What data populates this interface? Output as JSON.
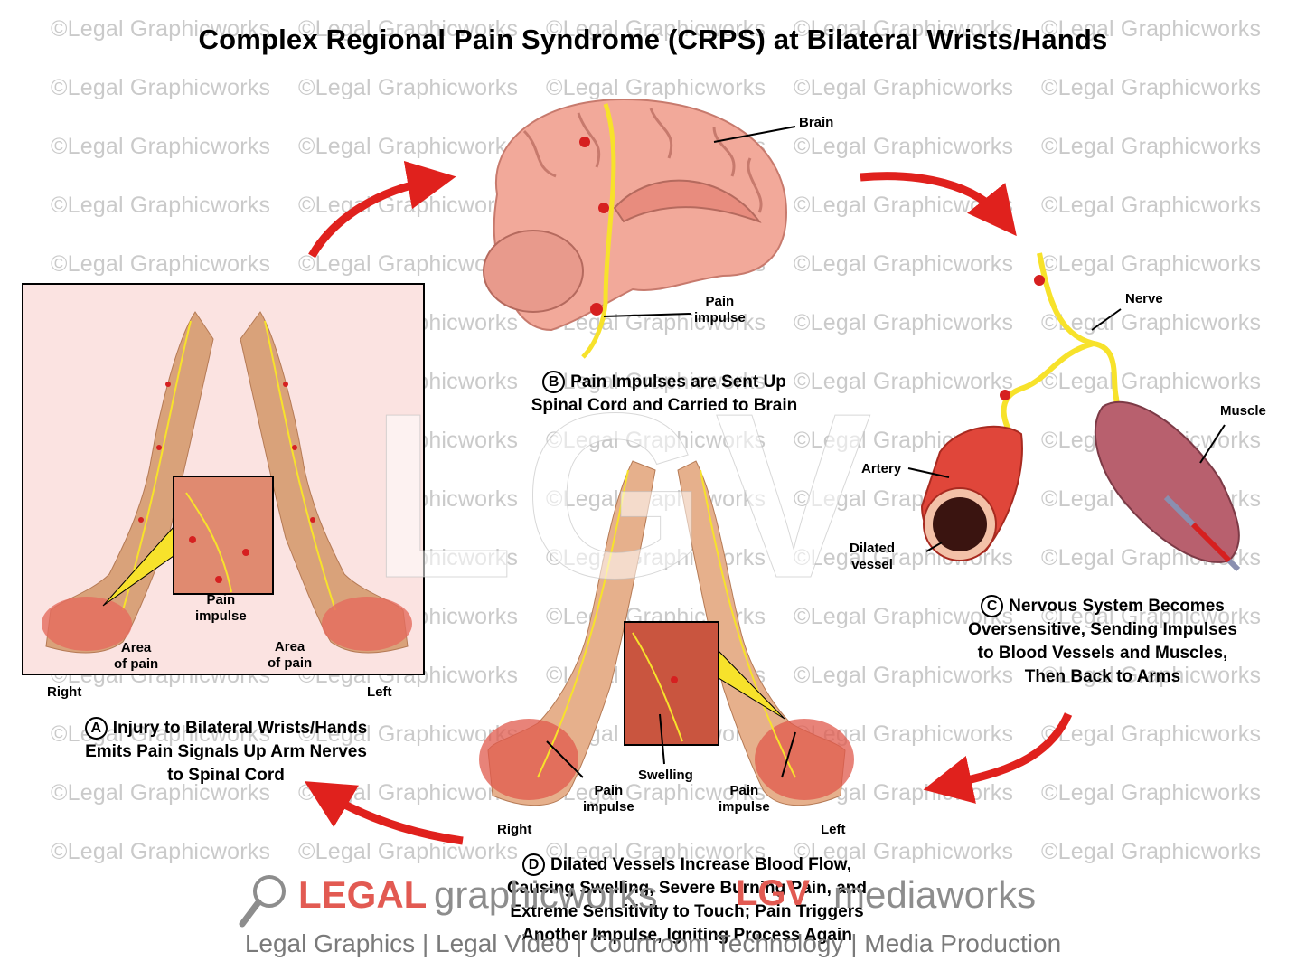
{
  "title": "Complex Regional Pain Syndrome (CRPS) at Bilateral Wrists/Hands",
  "watermark_text": "©Legal Graphicworks",
  "center_mark": "LGV",
  "panel_a": {
    "badge": "A",
    "caption_lines": [
      "Injury to Bilateral Wrists/Hands",
      "Emits Pain Signals Up Arm Nerves",
      "to Spinal Cord"
    ],
    "label_right": "Right",
    "label_left": "Left",
    "label_area_right": [
      "Area",
      "of pain"
    ],
    "label_area_left": [
      "Area",
      "of pain"
    ],
    "label_pain_impulse": [
      "Pain",
      "impulse"
    ]
  },
  "panel_b": {
    "badge": "B",
    "caption_lines": [
      "Pain Impulses are Sent Up",
      "Spinal Cord and Carried to Brain"
    ],
    "label_brain": "Brain",
    "label_pain_impulse": [
      "Pain",
      "impulse"
    ]
  },
  "panel_c": {
    "badge": "C",
    "caption_lines": [
      "Nervous System Becomes",
      "Oversensitive, Sending Impulses",
      "to Blood Vessels and Muscles,",
      "Then Back to Arms"
    ],
    "label_nerve": "Nerve",
    "label_muscle": "Muscle",
    "label_artery": "Artery",
    "label_dilated_vessel": [
      "Dilated",
      "vessel"
    ]
  },
  "panel_d": {
    "badge": "D",
    "caption_lines": [
      "Dilated Vessels Increase Blood Flow,",
      "Causing Swelling, Severe Burning Pain, and",
      "Extreme Sensitivity to Touch; Pain Triggers",
      "Another Impulse, Igniting Process Again"
    ],
    "label_right": "Right",
    "label_left": "Left",
    "label_swelling": "Swelling",
    "label_pain_impulse_right": [
      "Pain",
      "impulse"
    ],
    "label_pain_impulse_left": [
      "Pain",
      "impulse"
    ]
  },
  "logo": {
    "legal": "LEGAL",
    "graphicworks": "graphicworks",
    "lgv": "LGV",
    "mediaworks": "mediaworks"
  },
  "tagline": "Legal Graphics | Legal Video | Courtroom Technology | Media Production",
  "colors": {
    "arrow_red": "#e0211d",
    "nerve_yellow": "#f7e22b",
    "panel_bg": "#fbe3e1",
    "logo_red": "#e25a52",
    "logo_gray": "#8d8d8d"
  }
}
